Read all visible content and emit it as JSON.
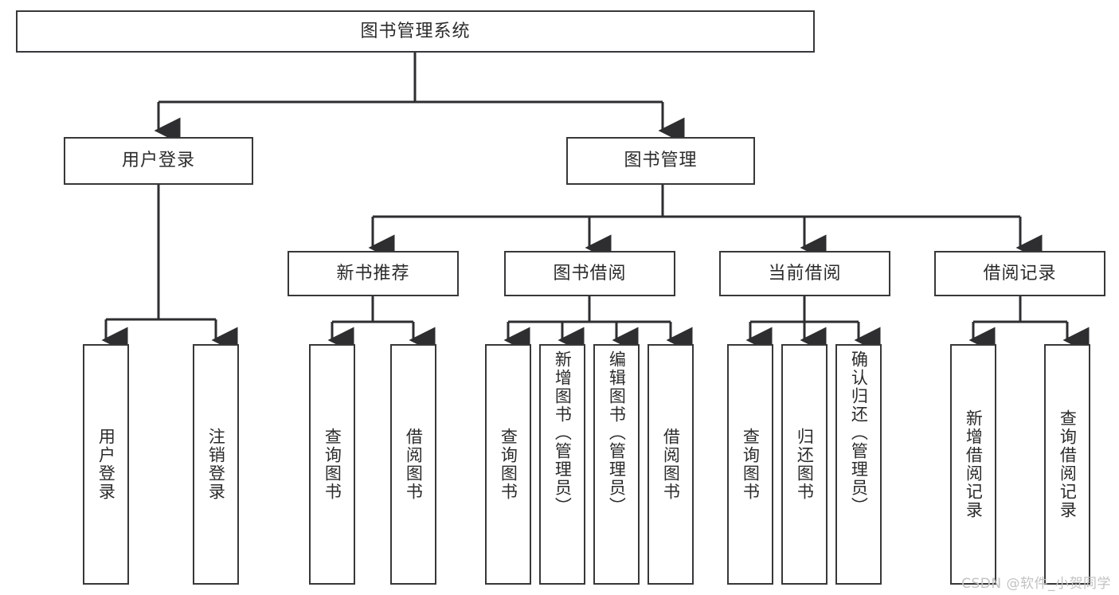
{
  "diagram": {
    "title_node": {
      "label": "图书管理系统"
    },
    "level2": [
      {
        "label": "用户登录"
      },
      {
        "label": "图书管理"
      }
    ],
    "level3": [
      {
        "label": "新书推荐"
      },
      {
        "label": "图书借阅"
      },
      {
        "label": "当前借阅"
      },
      {
        "label": "借阅记录"
      }
    ],
    "leaves_user_login": [
      {
        "label": "用户登录"
      },
      {
        "label": "注销登录"
      }
    ],
    "leaves_new_books": [
      {
        "label": "查询图书"
      },
      {
        "label": "借阅图书"
      }
    ],
    "leaves_borrow": [
      {
        "label": "查询图书"
      },
      {
        "label": "新增图书（管理员）"
      },
      {
        "label": "编辑图书（管理员）"
      },
      {
        "label": "借阅图书"
      }
    ],
    "leaves_current": [
      {
        "label": "查询图书"
      },
      {
        "label": "归还图书"
      },
      {
        "label": "确认归还（管理员）"
      }
    ],
    "leaves_records": [
      {
        "label": "新增借阅记录"
      },
      {
        "label": "查询借阅记录"
      }
    ]
  },
  "watermark": {
    "text": "CSDN @软件_小贺同学"
  },
  "colors": {
    "box_border": "#38383a",
    "box_fill": "#ffffff",
    "text": "#2b2b2b",
    "connector": "#2e2e30",
    "watermark": "#c2c2c2"
  }
}
